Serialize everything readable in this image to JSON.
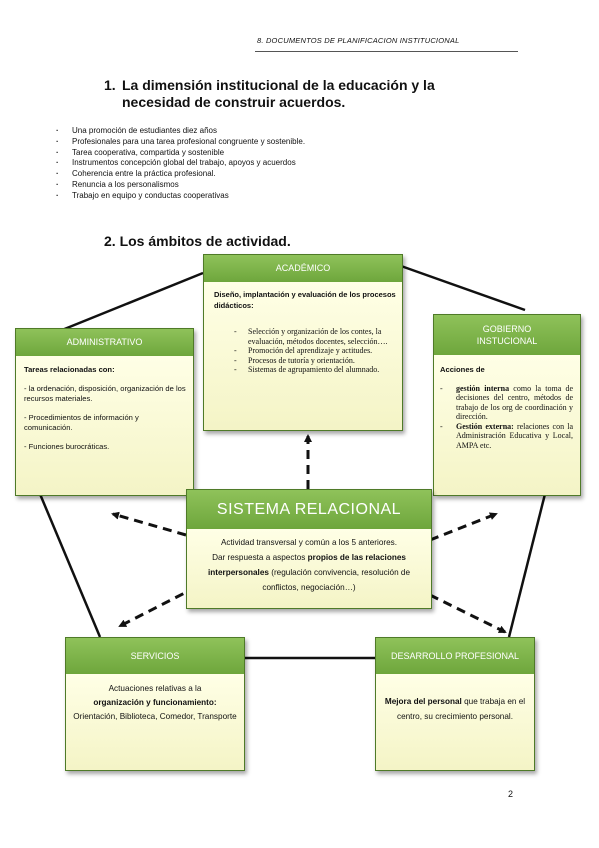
{
  "header": {
    "title": "8. DOCUMENTOS DE PLANIFICACION INSTITUCIONAL"
  },
  "section1": {
    "number": "1.",
    "title": "La dimensión institucional de la educación y la necesidad de construir acuerdos.",
    "bullets": [
      "Una promoción de estudiantes diez años",
      "Profesionales para una tarea profesional congruente y sostenible.",
      "Tarea cooperativa, compartida y sostenible",
      "Instrumentos concepción global del trabajo, apoyos y acuerdos",
      "Coherencia entre la práctica profesional.",
      "Renuncia a los personalismos",
      "Trabajo en equipo y conductas cooperativas"
    ]
  },
  "section2": {
    "number": "2.",
    "title": "Los ámbitos de actividad."
  },
  "academico": {
    "title": "ACADÉMICO",
    "subtitle": "Diseño, implantación y evaluación de los procesos didácticos:",
    "items": [
      "Selección y organización de los contes, la evaluación, métodos docentes, selección….",
      "Promoción del aprendizaje y actitudes.",
      "Procesos de tutoría y orientación.",
      "Sistemas de agrupamiento del alumnado."
    ]
  },
  "administrativo": {
    "title": "ADMINISTRATIVO",
    "intro": "Tareas relacionadas con:",
    "items": [
      "- la ordenación, disposición, organización de los recursos materiales.",
      "- Procedimientos de información y comunicación.",
      "- Funciones burocráticas."
    ]
  },
  "gobierno": {
    "title_line1": "GOBIERNO",
    "title_line2": "INSTUCIONAL",
    "intro": "Acciones de",
    "item1_bold": "gestión interna",
    "item1_rest": " como la toma de decisiones del centro, métodos de trabajo de los org de coordinación y dirección.",
    "item2_bold": "Gestión externa:",
    "item2_rest": " relaciones con la Administración Educativa y Local, AMPA etc."
  },
  "sistema": {
    "title": "SISTEMA RELACIONAL",
    "line1": "Actividad transversal y común a los 5 anteriores.",
    "line2_pre": "Dar respuesta a aspectos ",
    "line2_bold": "propios de las relaciones interpersonales",
    "line2_post": " (regulación convivencia, resolución de conflictos, negociación…)"
  },
  "servicios": {
    "title": "SERVICIOS",
    "line1": "Actuaciones relativas a la",
    "line2": "organización y funcionamiento:",
    "line3": "Orientación, Biblioteca, Comedor, Transporte"
  },
  "desarrollo": {
    "title": "DESARROLLO PROFESIONAL",
    "text_bold": "Mejora del personal",
    "text_rest": " que trabaja en el centro, su crecimiento personal."
  },
  "page_number": "2"
}
